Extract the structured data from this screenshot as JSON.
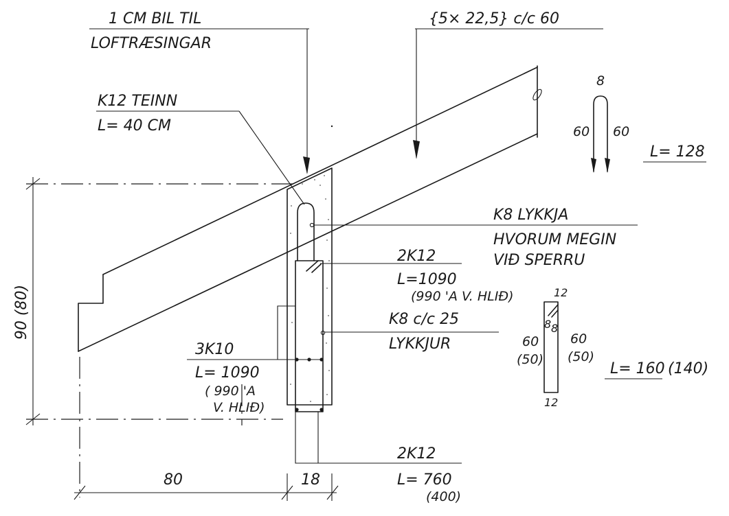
{
  "notes": {
    "loft_line1": "1 CM BIL TIL",
    "loft_line2": "LOFTRÆSINGAR",
    "purlin": "{5× 22,5} c/c 60",
    "teinn_line1": "K12 TEINN",
    "teinn_line2": "L= 40 CM",
    "lykkja_line1": "K8 LYKKJA",
    "lykkja_line2": "HVORUM MEGIN",
    "lykkja_line3": "VIÐ SPERRU",
    "top2k12_line1": "2K12",
    "top2k12_line2": "L=1090",
    "top2k12_line3": "(990 'A V. HLIÐ)",
    "k8cc_line1": "K8 c/c 25",
    "k8cc_line2": "LYKKJUR",
    "k10_line1": "3K10",
    "k10_line2": "L= 1090",
    "k10_line3": "( 990 'A",
    "k10_line4": "V. HLIÐ)",
    "bot2k12_line1": "2K12",
    "bot2k12_line2": "L= 760",
    "bot2k12_line3": "(400)"
  },
  "hairpin": {
    "top": "8",
    "left": "60",
    "right": "60",
    "length": "L= 128"
  },
  "stirrup": {
    "top": "12",
    "inner_a": "8",
    "inner_b": "8",
    "left": "60",
    "left_alt": "(50)",
    "right": "60",
    "right_alt": "(50)",
    "bottom": "12",
    "length": "L= 160",
    "length_alt": "(140)"
  },
  "dimensions": {
    "height": "90 (80)",
    "width_80": "80",
    "width_18": "18"
  }
}
